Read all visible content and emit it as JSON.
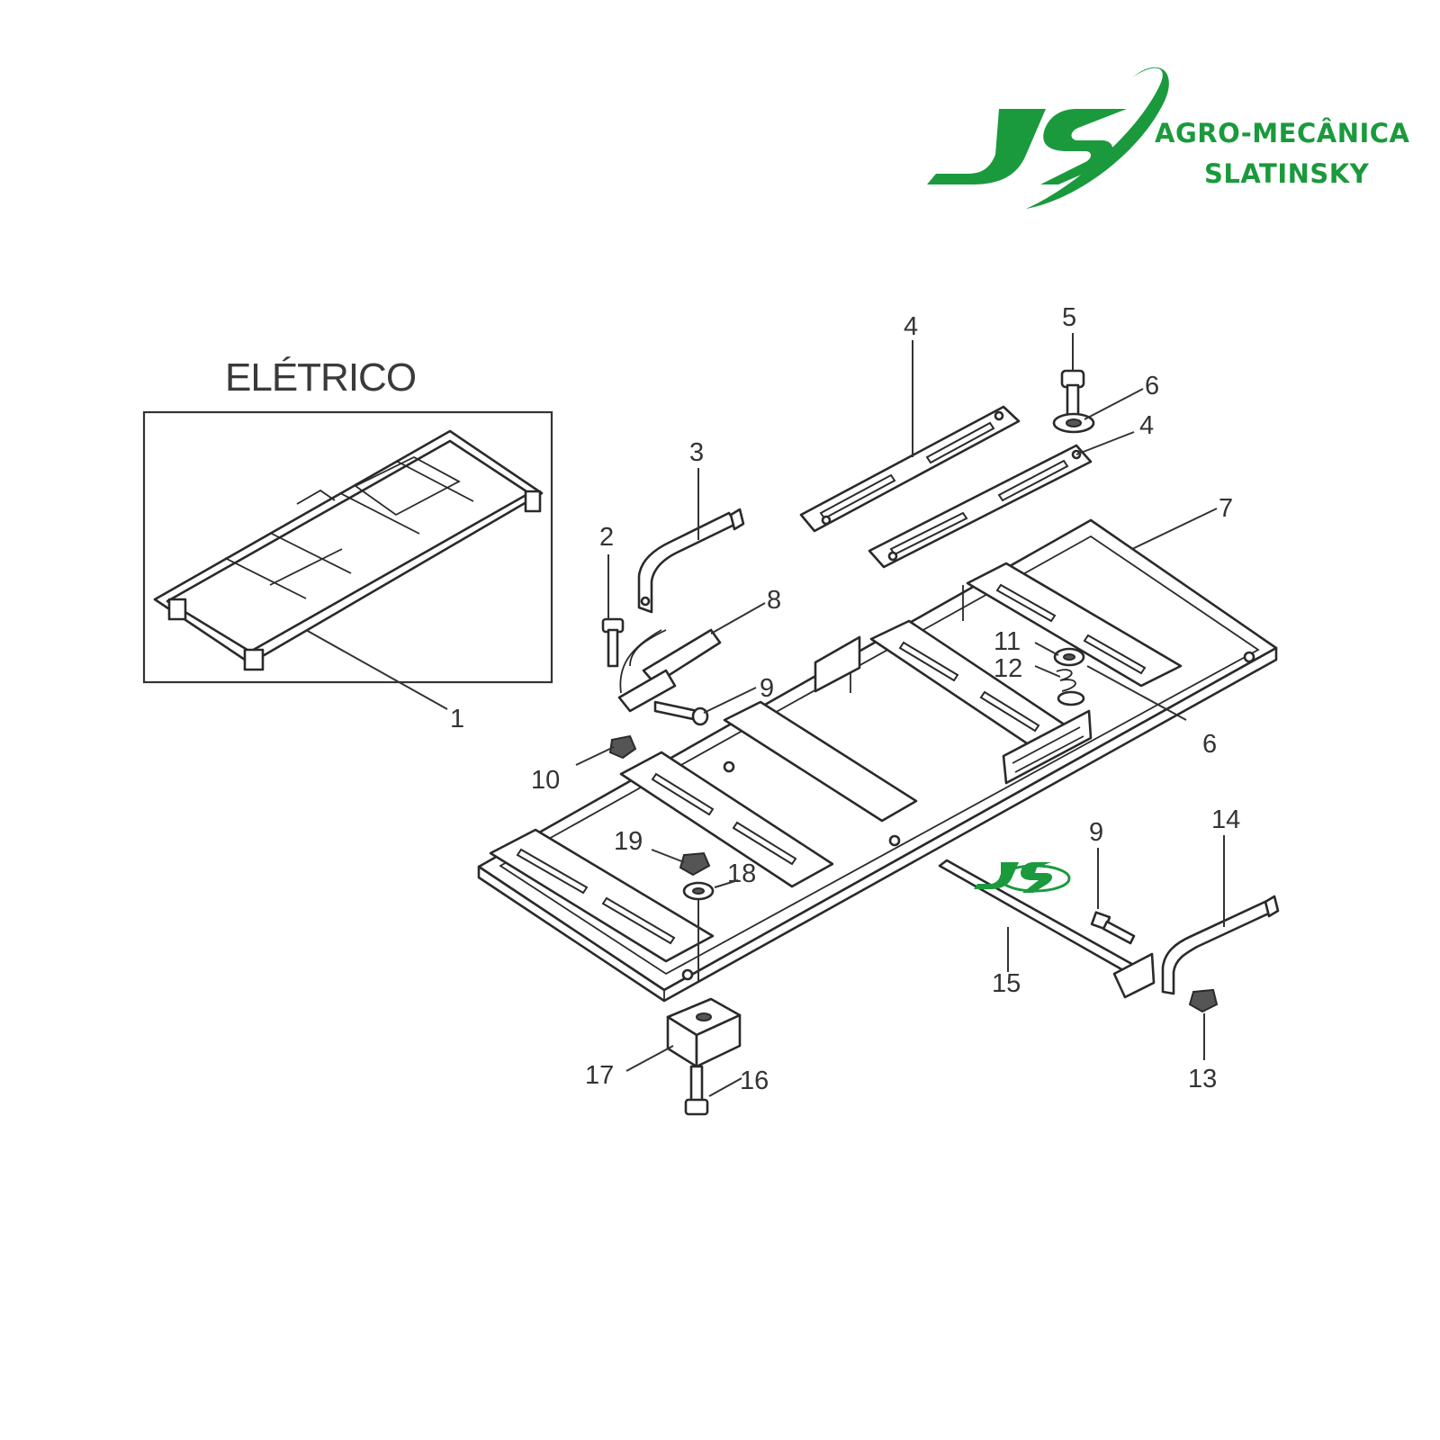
{
  "brand": {
    "line1": "AGRO-MECÂNICA",
    "line2": "SLATINSKY",
    "logo_color": "#1a9a3c",
    "logo_icon": "js-logo-icon",
    "watermark_icon": "js-watermark-icon"
  },
  "inset": {
    "title": "ELÉTRICO"
  },
  "callouts": [
    {
      "id": "c1",
      "label": "1"
    },
    {
      "id": "c2",
      "label": "2"
    },
    {
      "id": "c3",
      "label": "3"
    },
    {
      "id": "c4a",
      "label": "4"
    },
    {
      "id": "c4b",
      "label": "4"
    },
    {
      "id": "c5",
      "label": "5"
    },
    {
      "id": "c6a",
      "label": "6"
    },
    {
      "id": "c6b",
      "label": "6"
    },
    {
      "id": "c7",
      "label": "7"
    },
    {
      "id": "c8",
      "label": "8"
    },
    {
      "id": "c9a",
      "label": "9"
    },
    {
      "id": "c9b",
      "label": "9"
    },
    {
      "id": "c10",
      "label": "10"
    },
    {
      "id": "c11",
      "label": "11"
    },
    {
      "id": "c12",
      "label": "12"
    },
    {
      "id": "c13",
      "label": "13"
    },
    {
      "id": "c14",
      "label": "14"
    },
    {
      "id": "c15",
      "label": "15"
    },
    {
      "id": "c16",
      "label": "16"
    },
    {
      "id": "c17",
      "label": "17"
    },
    {
      "id": "c18",
      "label": "18"
    },
    {
      "id": "c19",
      "label": "19"
    }
  ]
}
